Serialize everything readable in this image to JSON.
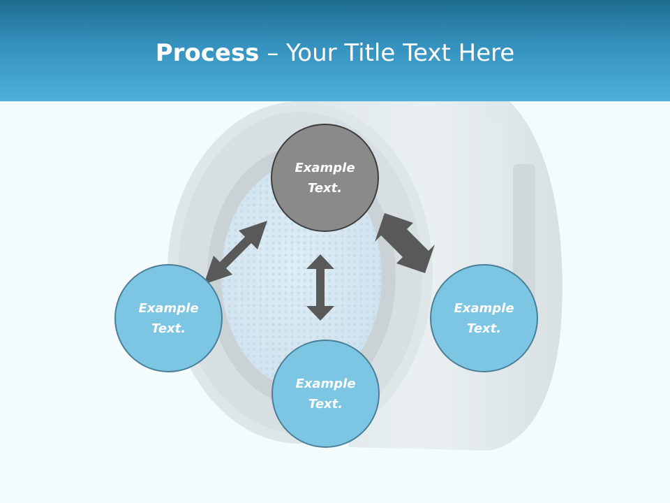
{
  "header": {
    "title_bold": "Process",
    "title_rest": " – Your Title Text Here"
  },
  "diagram": {
    "nodes": {
      "top": "Example Text.",
      "left": "Example Text.",
      "right": "Example Text.",
      "bottom": "Example Text."
    }
  },
  "colors": {
    "header_dark": "#1d6c8f",
    "header_light": "#4db1dc",
    "node_blue": "#7cc5e3",
    "node_gray": "#8a8a8a",
    "arrow": "#595959",
    "background": "#f5fbfc"
  }
}
